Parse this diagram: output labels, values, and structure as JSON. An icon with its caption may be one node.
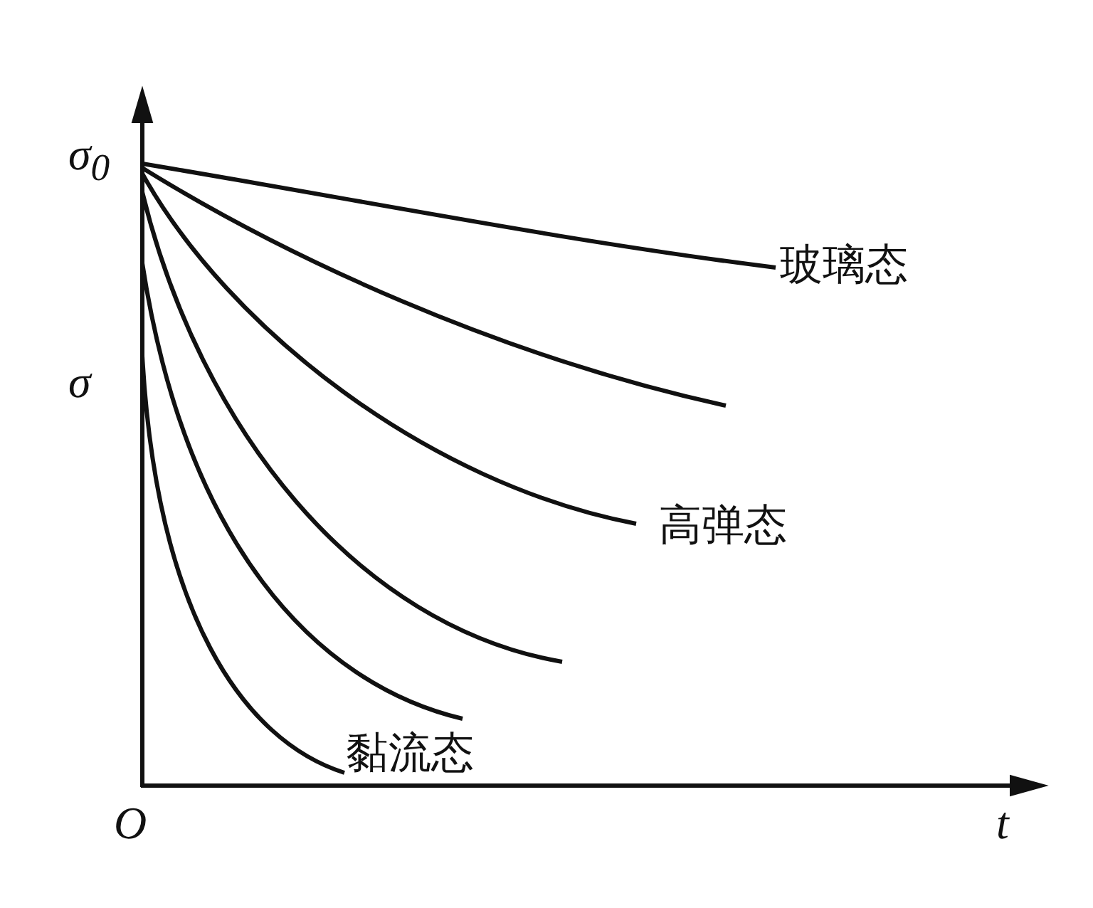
{
  "diagram": {
    "labels": [
      "σ$_{0}$",
      "σ",
      "O",
      "t",
      "玻璃态",
      "高弹态",
      "黏流态"
    ]
  }
}
